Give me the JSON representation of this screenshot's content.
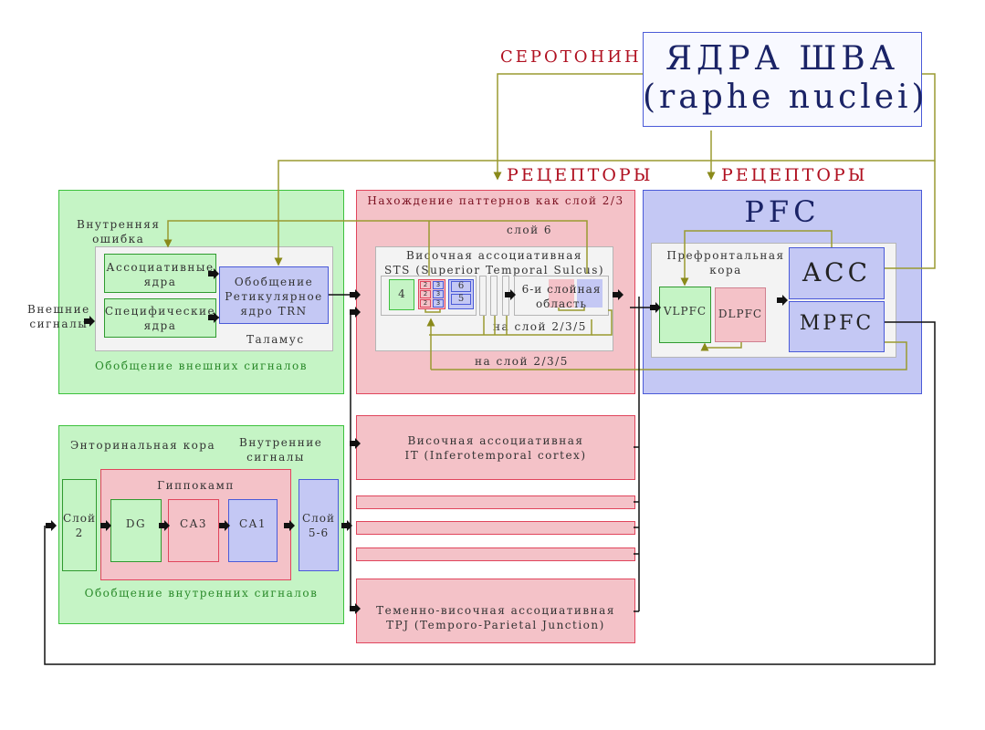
{
  "header": {
    "serotonin": "СЕРОТОНИН",
    "raphe_line1": "ЯДРА ШВА",
    "raphe_line2": "(raphe nuclei)",
    "receptors_left": "РЕЦЕПТОРЫ",
    "receptors_right": "РЕЦЕПТОРЫ"
  },
  "thalamus_block": {
    "internal_error_line1": "Внутренняя",
    "internal_error_line2": "ошибка",
    "external_signals_line1": "Внешние",
    "external_signals_line2": "сигналы",
    "assoc_nuclei_line1": "Ассоциативные",
    "assoc_nuclei_line2": "ядра",
    "specific_nuclei_line1": "Специфические",
    "specific_nuclei_line2": "ядра",
    "trn_line1": "Обобщение",
    "trn_line2": "Ретикулярное",
    "trn_line3": "ядро TRN",
    "thalamus_label": "Таламус",
    "caption": "Обобщение внешних сигналов"
  },
  "pattern_block": {
    "title": "Нахождение паттернов как слой 2/3",
    "layer6": "слой 6",
    "sts_line1": "Височная ассоциативная",
    "sts_line2": "STS (Superior Temporal Sulcus)",
    "cell_4": "4",
    "cell_2": "2",
    "cell_3": "3",
    "cell_6": "6",
    "cell_5": "5",
    "six_layer_line1": "6-и слойная",
    "six_layer_line2": "область",
    "to_layers_inner": "на слой 2/3/5",
    "to_layers_outer": "на слой 2/3/5"
  },
  "pfc_block": {
    "title": "PFC",
    "prefrontal_line1": "Префронтальная",
    "prefrontal_line2": "кора",
    "acc": "ACC",
    "mpfc": "MPFC",
    "vlpfc": "VLPFC",
    "dlpfc": "DLPFC"
  },
  "hippocampus_block": {
    "entorhinal": "Энторинальная кора",
    "internal_signals_line1": "Внутренние",
    "internal_signals_line2": "сигналы",
    "hippocampus": "Гиппокамп",
    "layer2_line1": "Слой",
    "layer2_line2": "2",
    "dg": "DG",
    "ca3": "CA3",
    "ca1": "CA1",
    "layer56_line1": "Слой",
    "layer56_line2": "5-6",
    "caption": "Обобщение внутренних сигналов"
  },
  "temporal_column": {
    "it_line1": "Височная ассоциативная",
    "it_line2": "IT (Inferotemporal cortex)",
    "tpj_line1": "Теменно-височная ассоциативная",
    "tpj_line2": "TPJ (Temporo-Parietal Junction)"
  },
  "colors": {
    "serotonin_line": "#9a9a30",
    "receptor_text": "#b01020",
    "raphe_text": "#1a2366",
    "green_fill": "#c5f4c5",
    "pink_fill": "#f4c2c8",
    "blue_fill": "#c4c8f4"
  }
}
